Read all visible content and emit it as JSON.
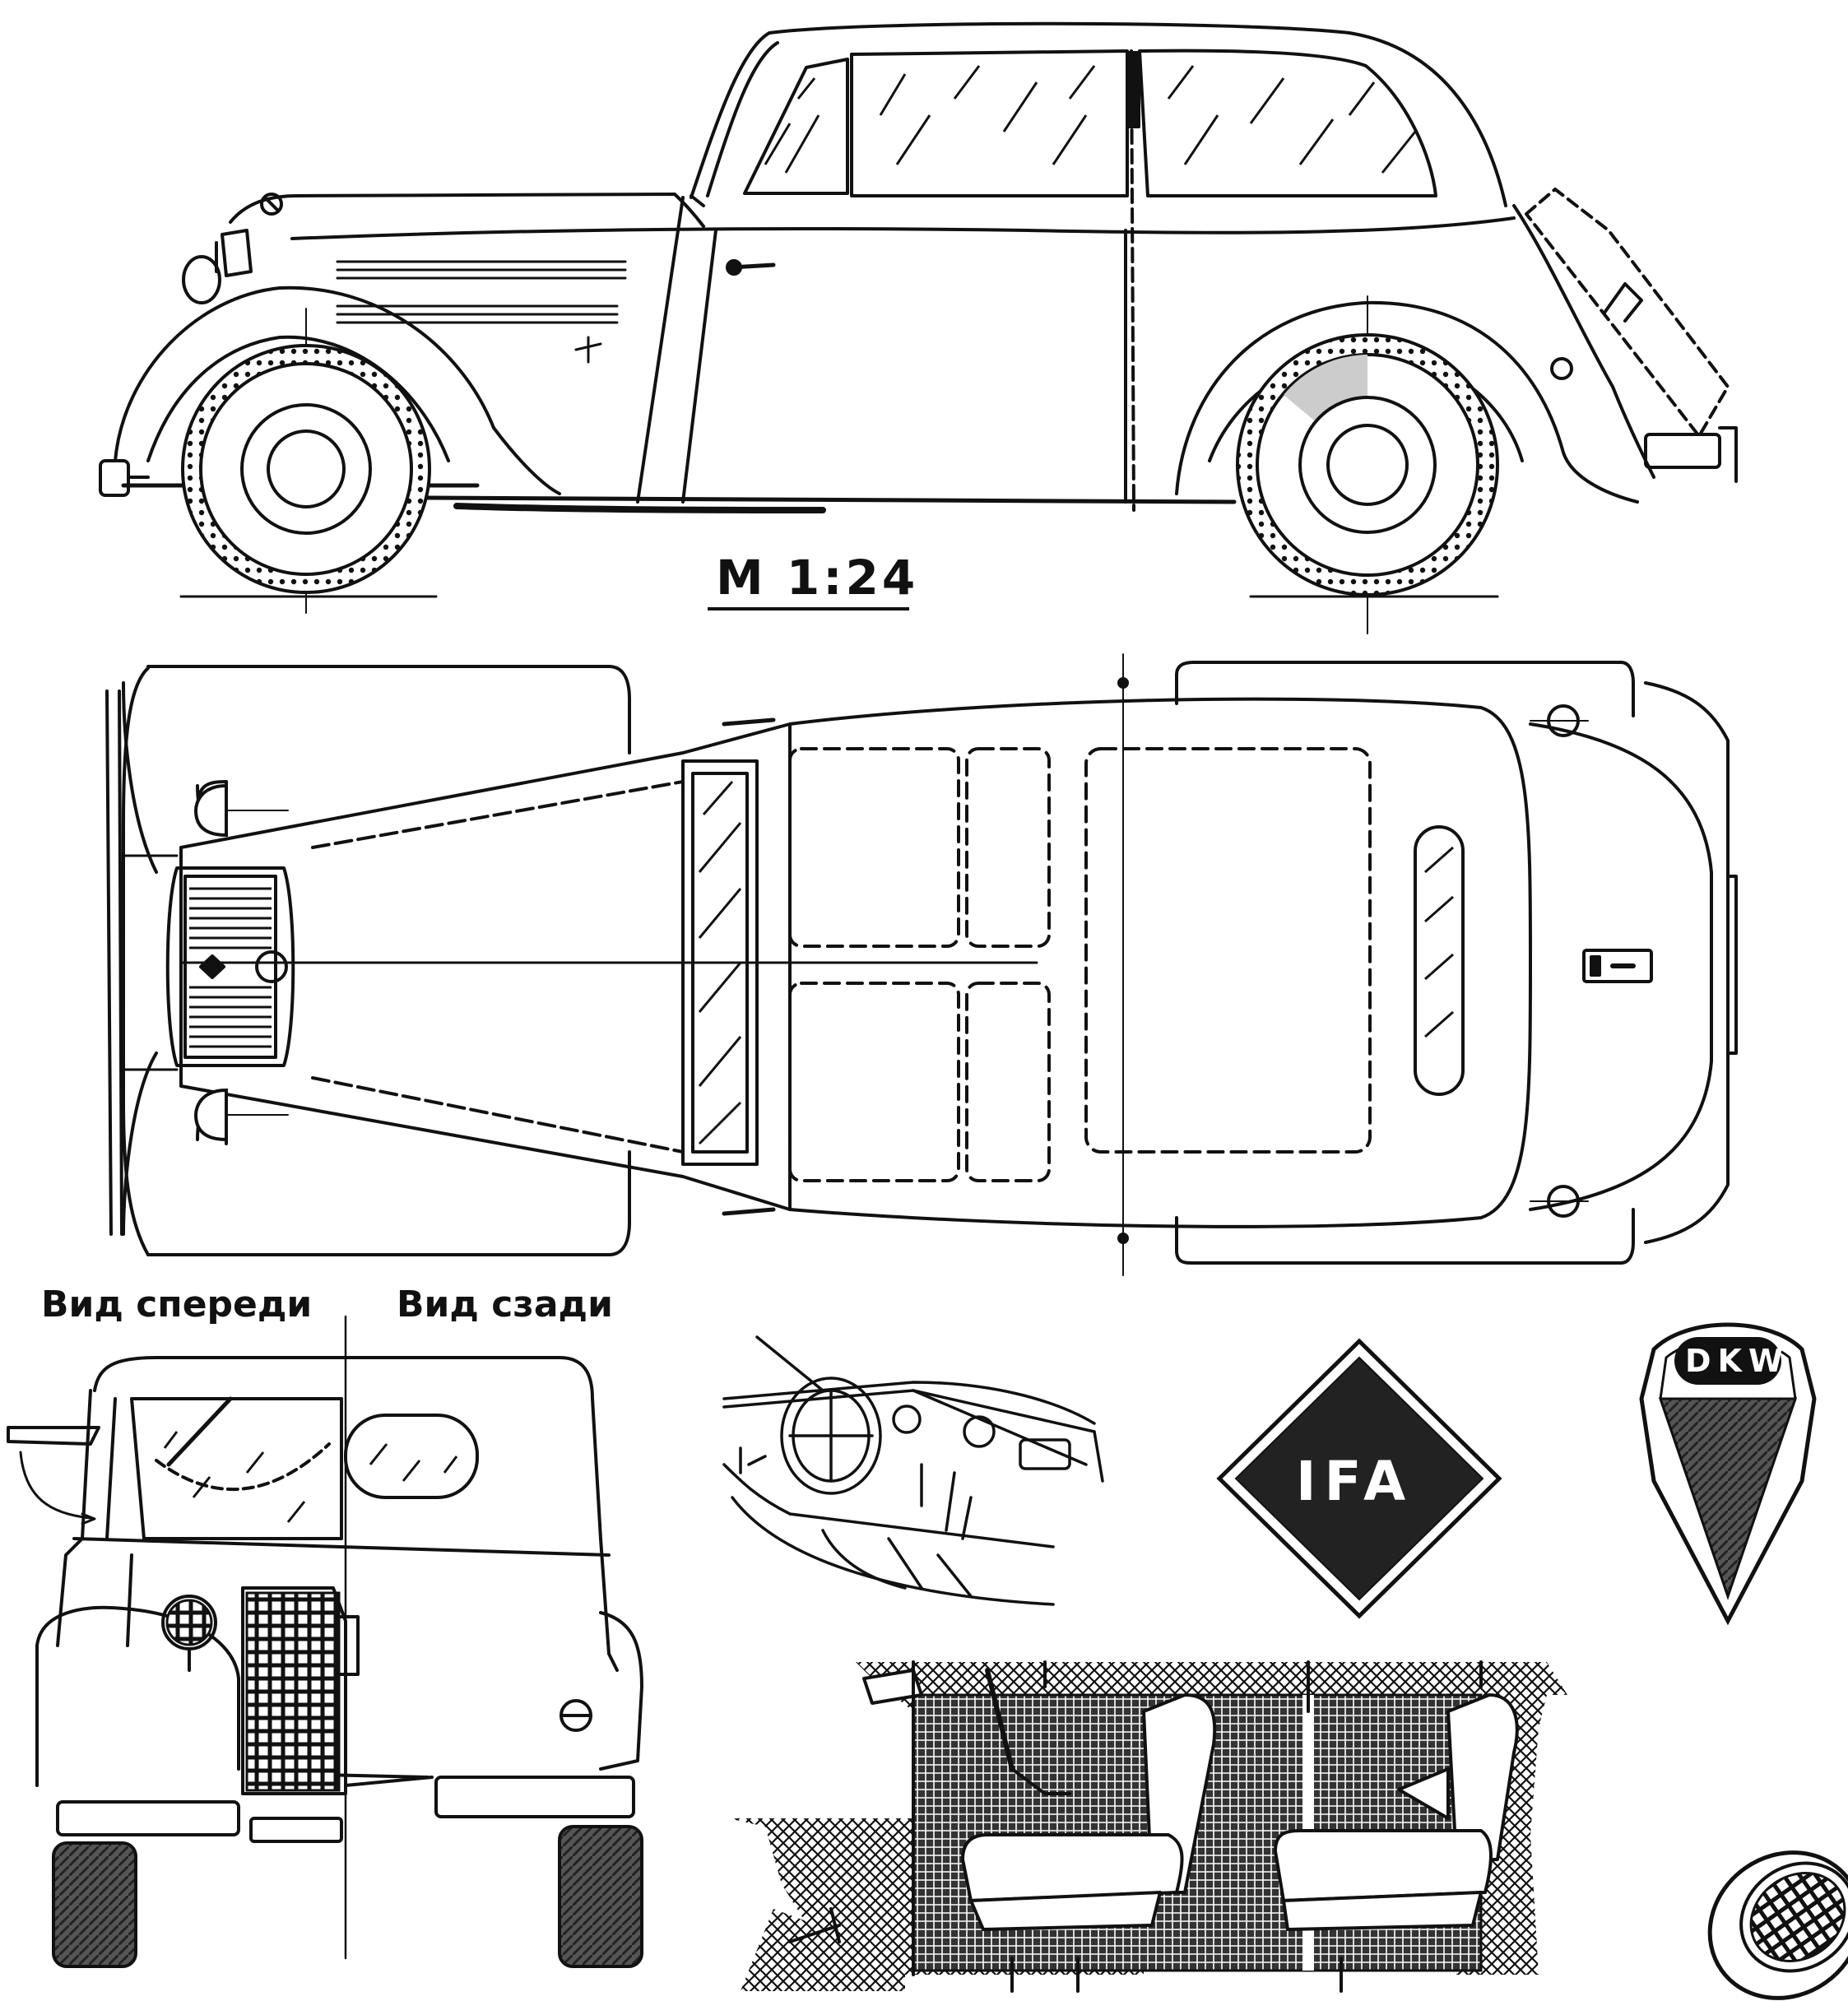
{
  "scale": {
    "label": "М 1:24"
  },
  "views": {
    "front_caption": "Вид спереди",
    "rear_caption": "Вид сзади"
  },
  "emblems": {
    "ifa": "IFA",
    "dkw": "DKW"
  },
  "colors": {
    "ink": "#111111",
    "paper": "#ffffff",
    "hatch": "#3a3a3a"
  }
}
